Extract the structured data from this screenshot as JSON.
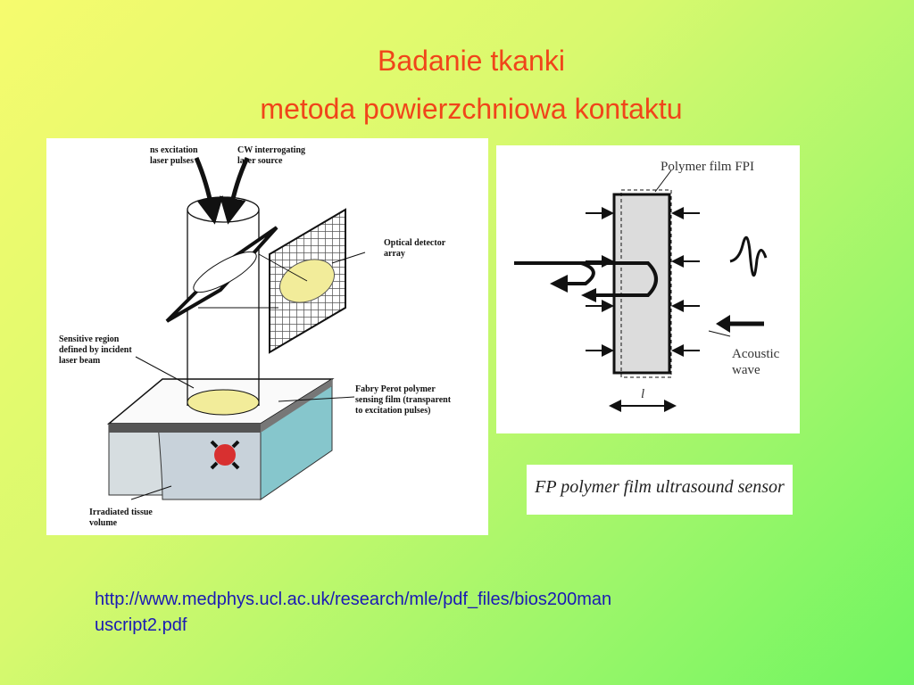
{
  "slide": {
    "title_line1": "Badanie tkanki",
    "title_line2": "metoda powierzchniowa kontaktu",
    "url": "http://www.medphys.ucl.ac.uk/research/mle/pdf_files/bios200manuscript2.pdf"
  },
  "left_diagram": {
    "label_excitation": [
      "ns excitation",
      "laser pulses"
    ],
    "label_cw": [
      "CW interrogating",
      "laser source"
    ],
    "label_detector": [
      "Optical detector",
      "array"
    ],
    "label_sensitive": [
      "Sensitive region",
      "defined by incident",
      "laser beam"
    ],
    "label_fabry": [
      "Fabry Perot polymer",
      "sensing film (transparent",
      "to excitation pulses)"
    ],
    "label_tissue": [
      "Irradiated tissue",
      "volume"
    ]
  },
  "right_diagram": {
    "label_fpi": "Polymer film FPI",
    "label_acoustic_1": "Acoustic",
    "label_acoustic_2": "wave",
    "label_thickness": "l"
  },
  "caption": "FP polymer film ultrasound sensor",
  "colors": {
    "title": "#f0451a",
    "link": "#1a1ab4",
    "ellipse_fill": "#f2ec9a",
    "tissue_side": "#86c6cc"
  }
}
